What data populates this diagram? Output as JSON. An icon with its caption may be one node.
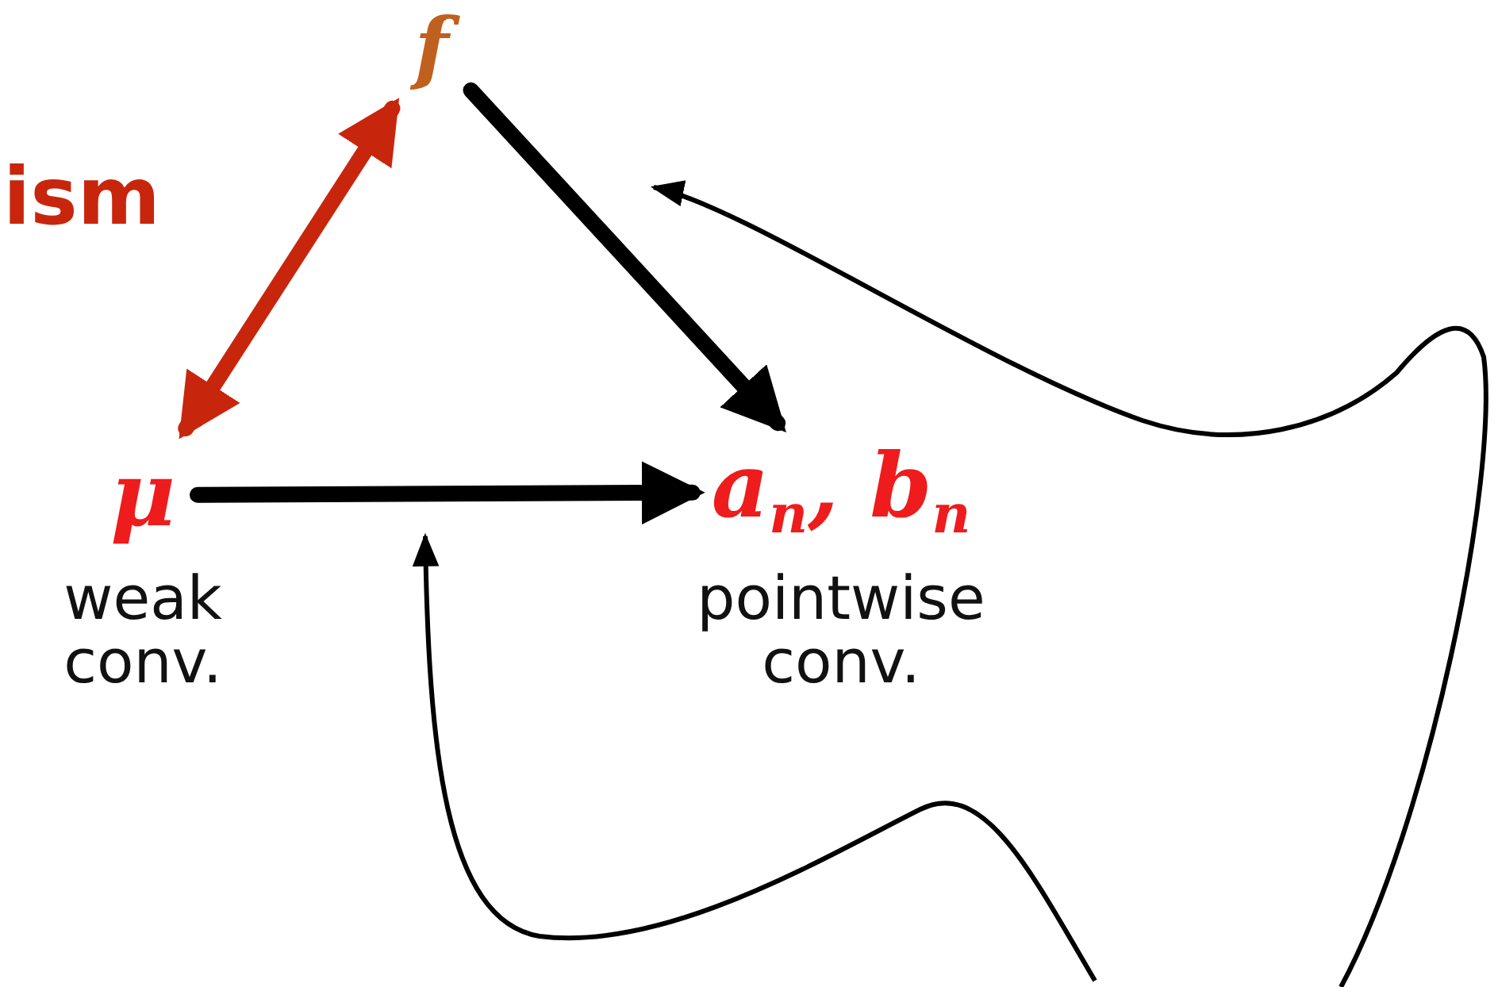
{
  "diagram": {
    "nodes": [
      {
        "text": [
          "f"
        ]
      },
      {
        "text": [
          "μ"
        ],
        "beside": [
          "weak conv."
        ]
      },
      {
        "text": [
          "a$_{n}$, b$_{n}$"
        ],
        "beside": [
          "pointwise conv."
        ]
      }
    ],
    "edges": [
      {
        "from": 1,
        "to": 0,
        "arrow": "both",
        "color": "#c8260c"
      },
      {
        "from": 0,
        "to": 2,
        "arrow": "to"
      },
      {
        "from": 1,
        "to": 2,
        "arrow": "to"
      }
    ],
    "labels": [
      "ism"
    ]
  }
}
